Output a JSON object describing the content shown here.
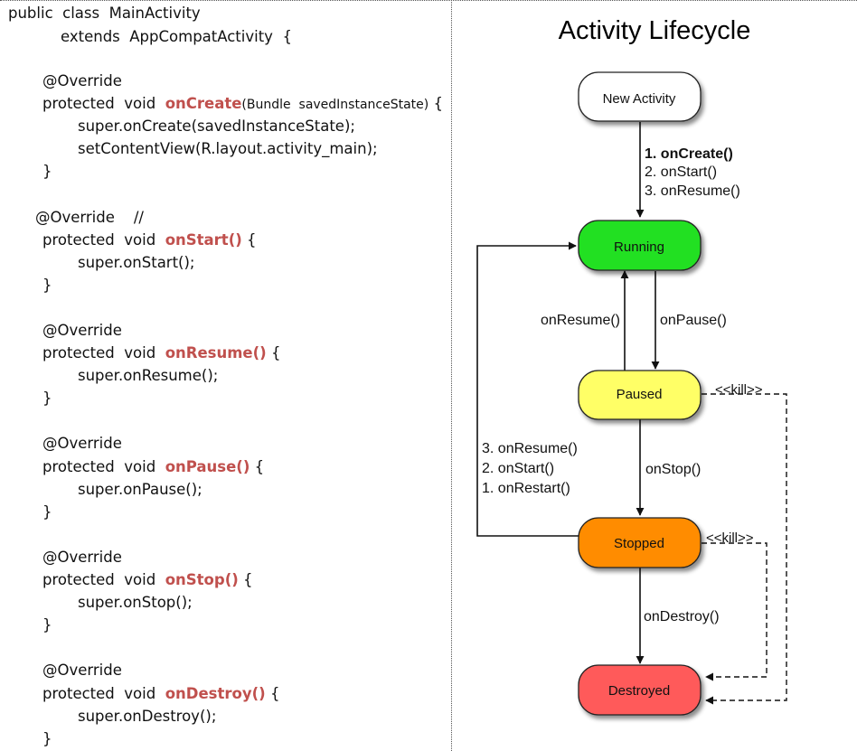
{
  "code": {
    "header": [
      "public  class  MainActivity",
      "extends  AppCompatActivity  {"
    ],
    "override": "@Override",
    "override_comment": "@Override    //",
    "protected_void": "protected  void",
    "open_brace": "{",
    "close_brace": "}",
    "methods": [
      {
        "name": "onCreate",
        "params": "(Bundle  savedInstanceState)",
        "body": [
          "super.onCreate(savedInstanceState);",
          "setContentView(R.layout.activity_main);"
        ]
      },
      {
        "name": "onStart()",
        "body": [
          "super.onStart();"
        ]
      },
      {
        "name": "onResume()",
        "body": [
          "super.onResume();"
        ]
      },
      {
        "name": "onPause()",
        "body": [
          "super.onPause();"
        ]
      },
      {
        "name": "onStop()",
        "body": [
          "super.onStop();"
        ]
      },
      {
        "name": "onDestroy()",
        "body": [
          "super.onDestroy();"
        ]
      }
    ]
  },
  "diagram": {
    "title": "Activity Lifecycle",
    "nodes": {
      "new_activity": {
        "label": "New Activity",
        "color": "#ffffff"
      },
      "running": {
        "label": "Running",
        "color": "#22e022"
      },
      "paused": {
        "label": "Paused",
        "color": "#ffff66"
      },
      "stopped": {
        "label": "Stopped",
        "color": "#ff8c00"
      },
      "destroyed": {
        "label": "Destroyed",
        "color": "#ff5a5a"
      }
    },
    "edges": {
      "create_1": "1. onCreate()",
      "create_2": "2. onStart()",
      "create_3": "3. onResume()",
      "on_resume": "onResume()",
      "on_pause": "onPause()",
      "on_stop": "onStop()",
      "on_destroy": "onDestroy()",
      "restart_3": "3. onResume()",
      "restart_2": "2. onStart()",
      "restart_1": "1. onRestart()",
      "kill_paused": "<<kill>>",
      "kill_stopped": "<<kill>>"
    }
  }
}
